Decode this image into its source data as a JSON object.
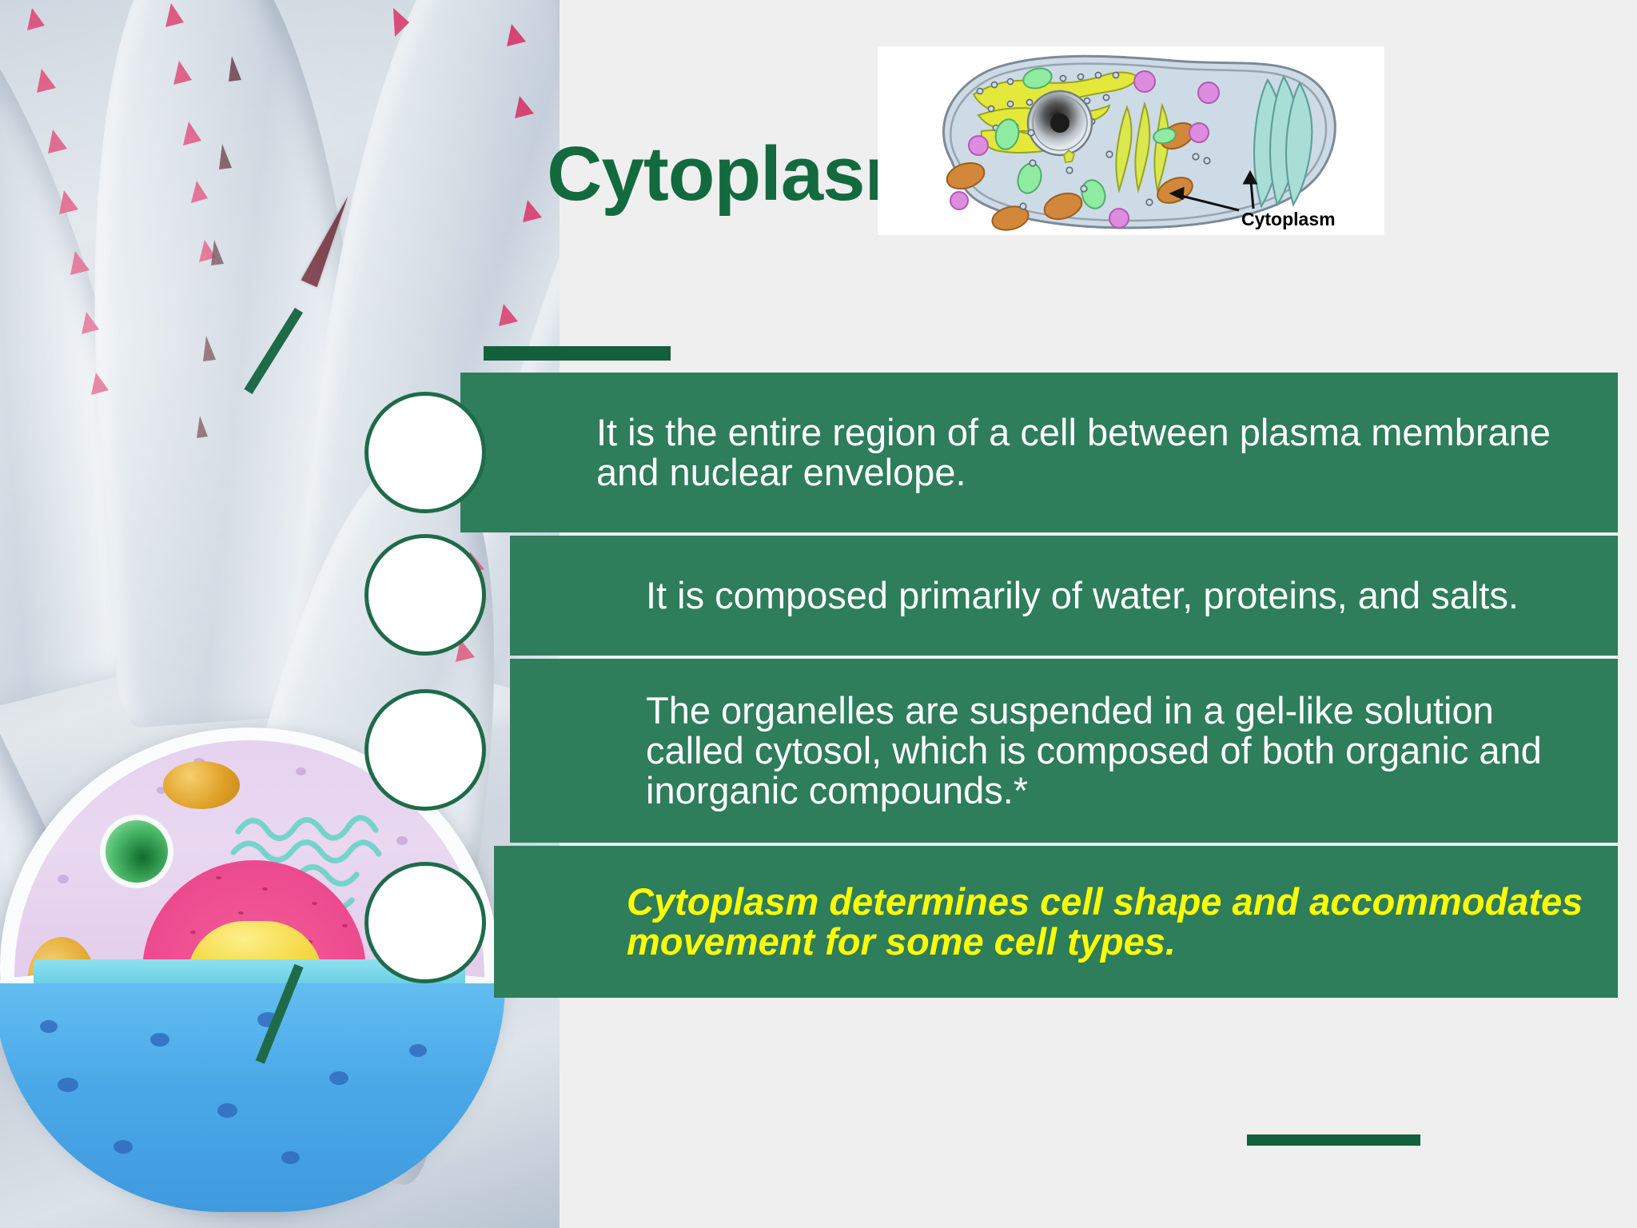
{
  "slide": {
    "title": "Cytoplasm",
    "colors": {
      "title_green": "#136a3f",
      "box_green": "#2e7d5b",
      "accent_green": "#14603c",
      "bullet_border": "#1f6b49",
      "highlight_yellow": "#ffff00",
      "background": "#f0efef"
    }
  },
  "diagram": {
    "caption": "Cytoplasm",
    "alt": "animal-cell-diagram",
    "organelles": [
      "nucleus",
      "rough endoplasmic reticulum",
      "ribosomes",
      "golgi apparatus",
      "mitochondria",
      "vesicles",
      "lysosomes",
      "plasma membrane"
    ]
  },
  "photo": {
    "alt": "agave-plant-leaves"
  },
  "cell_model": {
    "alt": "3d-animal-cell-model-cutaway"
  },
  "bullets": [
    {
      "id": "bullet-1",
      "text": "It is the entire region of a cell between plasma membrane and nuclear envelope."
    },
    {
      "id": "bullet-2",
      "text": "It is composed primarily of water, proteins, and salts."
    },
    {
      "id": "bullet-3",
      "text": "The organelles are suspended in a gel-like solution called cytosol, which is composed of both organic and inorganic compounds.*"
    },
    {
      "id": "bullet-4",
      "text": "Cytoplasm determines cell shape and accommodates movement for some cell types."
    }
  ]
}
